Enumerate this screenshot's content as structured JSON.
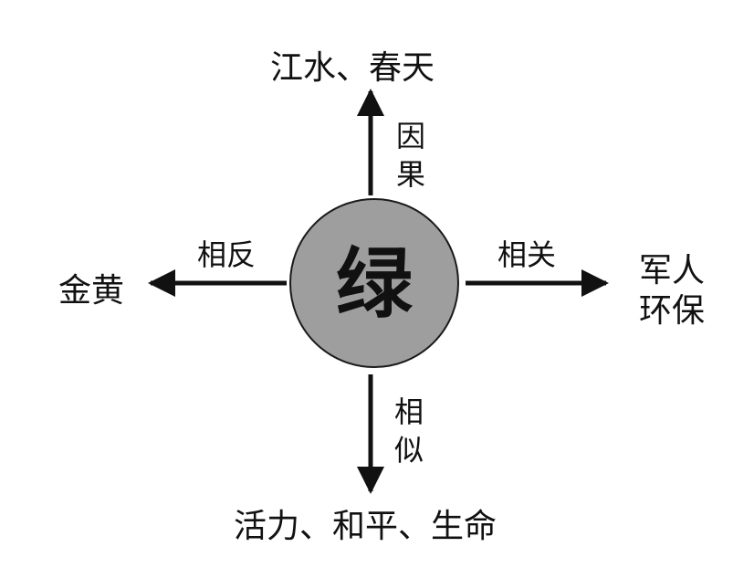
{
  "center": {
    "label": "绿",
    "fill_color": "#9e9e9e",
    "stroke_color": "#1a1a1a"
  },
  "branches": {
    "up": {
      "relation_chars": [
        "因",
        "果"
      ],
      "target": "江水、春天"
    },
    "left": {
      "relation": "相反",
      "target": "金黄"
    },
    "right": {
      "relation": "相关",
      "target_lines": [
        "军人",
        "环保"
      ]
    },
    "down": {
      "relation_chars": [
        "相",
        "似"
      ],
      "target": "活力、和平、生命"
    }
  },
  "colors": {
    "arrow": "#111111",
    "text": "#111111",
    "background": "#ffffff"
  }
}
